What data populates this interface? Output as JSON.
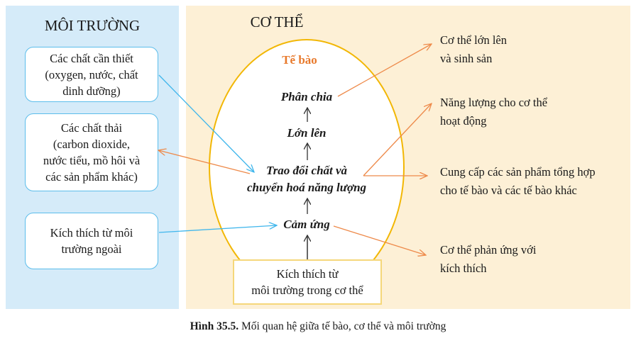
{
  "environment": {
    "title": "MÔI TRƯỜNG",
    "boxes": [
      {
        "lines": [
          "Các chất cần thiết",
          "(oxygen, nước, chất",
          "dinh dưỡng)"
        ]
      },
      {
        "lines": [
          "Các chất thải",
          "(carbon dioxide,",
          "nước tiểu, mồ hôi và",
          "các sản phẩm khác)"
        ]
      },
      {
        "lines": [
          "Kích thích từ môi",
          "trường ngoài"
        ]
      }
    ]
  },
  "body": {
    "title": "CƠ THỂ",
    "cell_label": "Tế bào",
    "processes": {
      "division": "Phân chia",
      "growth": "Lớn lên",
      "metabolism_1": "Trao đổi chất và",
      "metabolism_2": "chuyển hoá năng lượng",
      "response": "Cảm ứng"
    },
    "internal_stimulus": [
      "Kích thích từ",
      "môi trường trong cơ thể"
    ]
  },
  "outcomes": [
    [
      "Cơ thể lớn lên",
      "và sinh sản"
    ],
    [
      "Năng lượng cho cơ thể",
      "hoạt động"
    ],
    [
      "Cung cấp các sản phẩm tổng hợp",
      "cho tế bào và các tế bào khác"
    ],
    [
      "Cơ thể phản ứng với",
      "kích thích"
    ]
  ],
  "caption": {
    "label": "Hình 35.5.",
    "text": " Mối quan hệ giữa tế bào, cơ thể và môi trường"
  },
  "colors": {
    "blue": "#3fb6ec",
    "orange": "#ee8a4a",
    "cell_border": "#f2b705",
    "cell_label": "#e8792b"
  }
}
